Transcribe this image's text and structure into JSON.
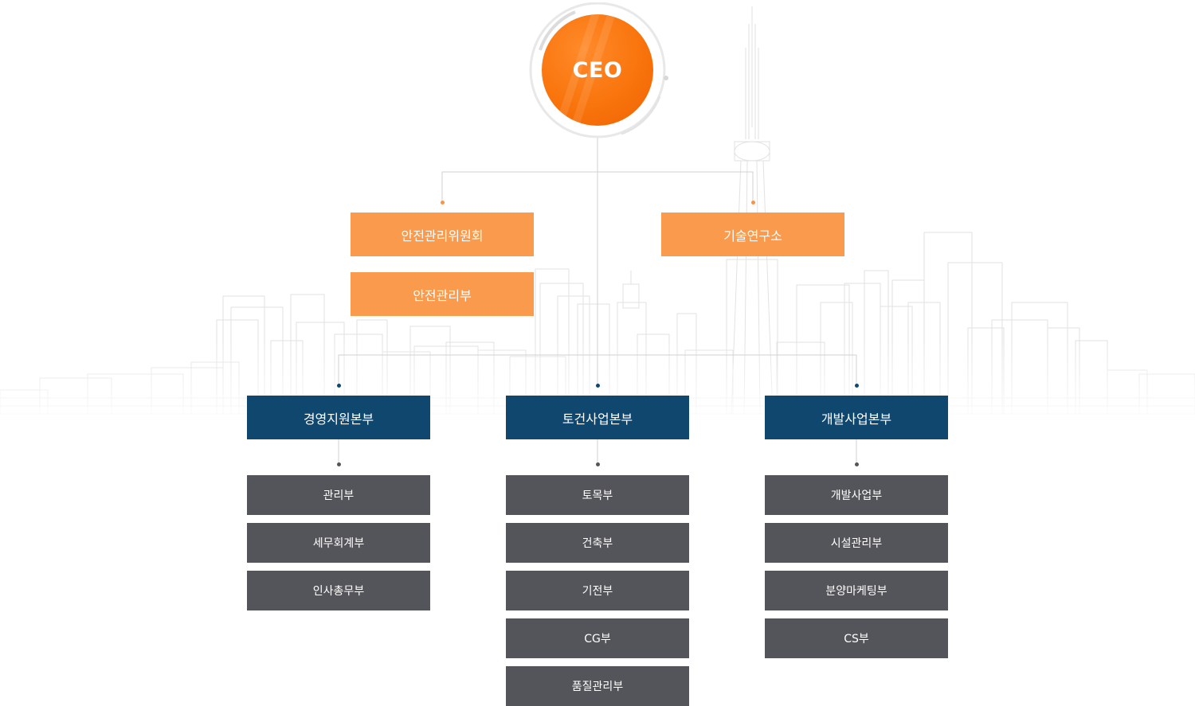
{
  "ceo": {
    "label": "CEO"
  },
  "staff": [
    {
      "label": "안전관리위원회"
    },
    {
      "label": "안전관리부"
    },
    {
      "label": "기술연구소"
    }
  ],
  "divisions": [
    {
      "label": "경영지원본부",
      "departments": [
        "관리부",
        "세무회계부",
        "인사총무부"
      ]
    },
    {
      "label": "토건사업본부",
      "departments": [
        "토목부",
        "건축부",
        "기전부",
        "CG부",
        "품질관리부"
      ]
    },
    {
      "label": "개발사업본부",
      "departments": [
        "개발사업부",
        "시설관리부",
        "분양마케팅부",
        "CS부"
      ]
    }
  ],
  "colors": {
    "ceo": "#f9740c",
    "staff_box": "#fa9a4c",
    "division_box": "#10476f",
    "department_box": "#54555a",
    "connector": "#d2d2d2"
  }
}
